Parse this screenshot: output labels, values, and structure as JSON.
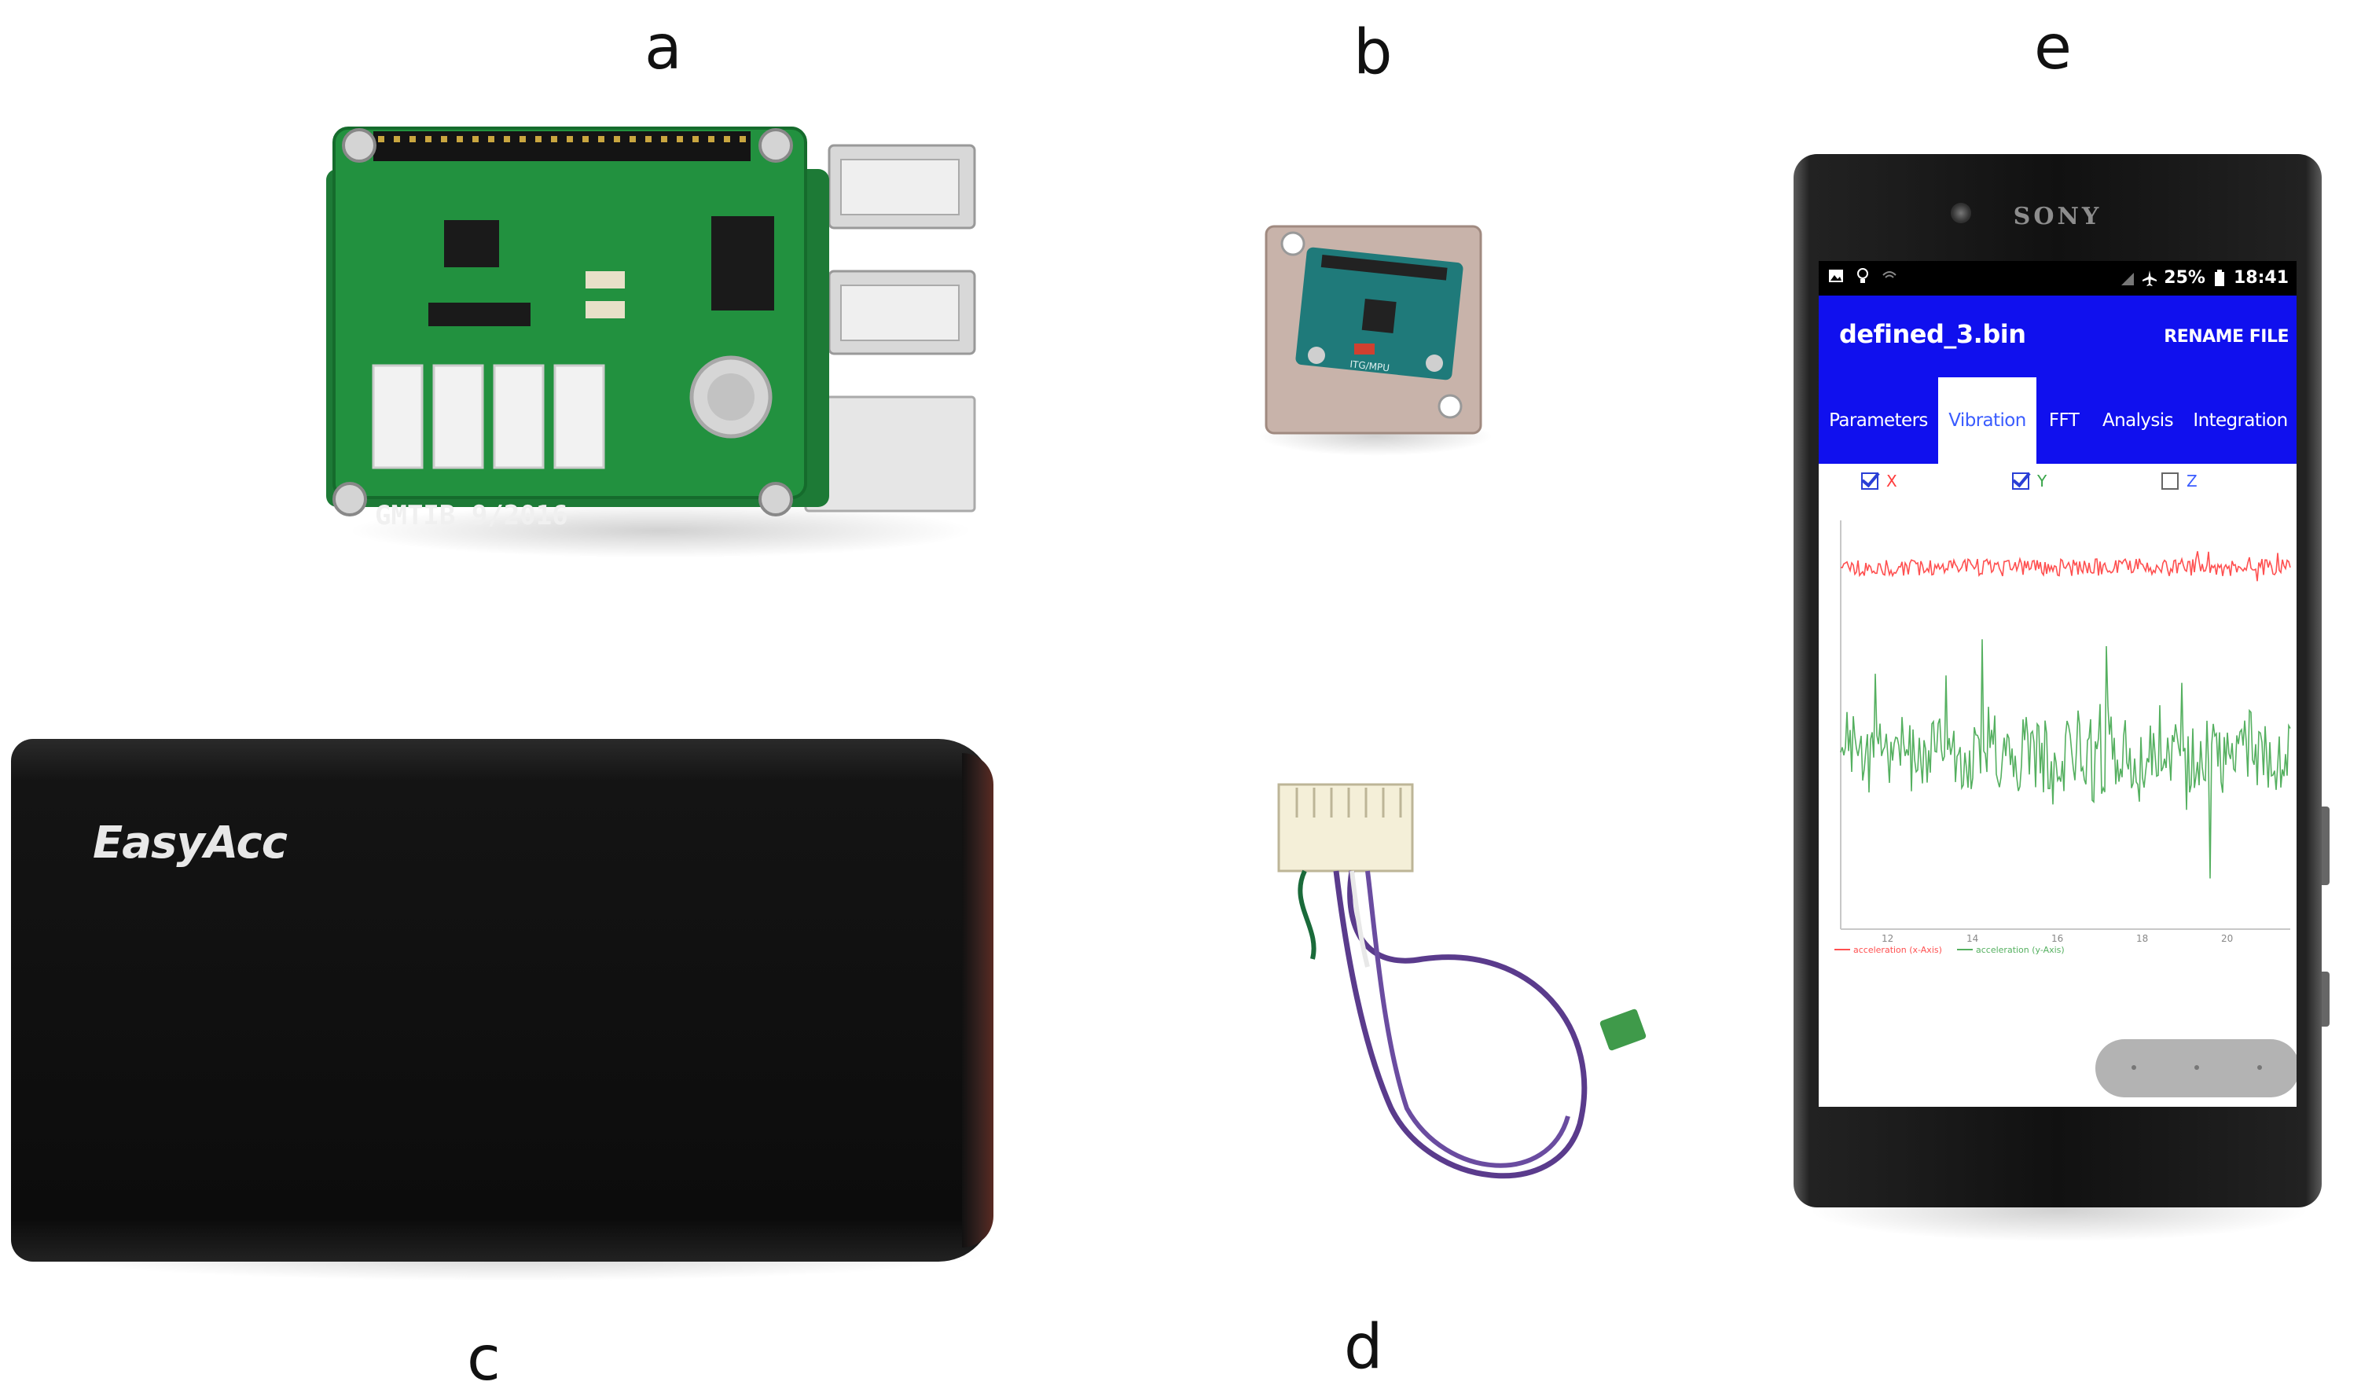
{
  "panel_labels": {
    "a": "a",
    "b": "b",
    "c": "c",
    "d": "d",
    "e": "e"
  },
  "board": {
    "silkscreen": "GMTIB 9/2016"
  },
  "sensor": {
    "chip_label": "ITG/MPU"
  },
  "power_bank": {
    "logo": "EasyAcc"
  },
  "phone": {
    "brand": "SONY",
    "status": {
      "battery": "25%",
      "time": "18:41"
    },
    "app": {
      "file_name": "defined_3.bin",
      "rename_label": "RENAME FILE",
      "tabs": [
        {
          "label": "Parameters",
          "active": false
        },
        {
          "label": "Vibration",
          "active": true
        },
        {
          "label": "FFT",
          "active": false
        },
        {
          "label": "Analysis",
          "active": false
        },
        {
          "label": "Integration",
          "active": false
        }
      ],
      "axes_toggles": [
        {
          "label": "X",
          "checked": true,
          "color": "#ff3b3b"
        },
        {
          "label": "Y",
          "checked": true,
          "color": "#3aa54a"
        },
        {
          "label": "Z",
          "checked": false,
          "color": "#3a5cff"
        }
      ],
      "plot": {
        "x_ticks": [
          "12",
          "14",
          "16",
          "18",
          "20"
        ],
        "legend": [
          "acceleration (x-Axis)",
          "acceleration (y-Axis)"
        ],
        "series_colors": [
          "#ff5050",
          "#55b060"
        ]
      }
    }
  },
  "colors": {
    "app_blue": "#1010ee",
    "board_green": "#1f8a3c"
  }
}
